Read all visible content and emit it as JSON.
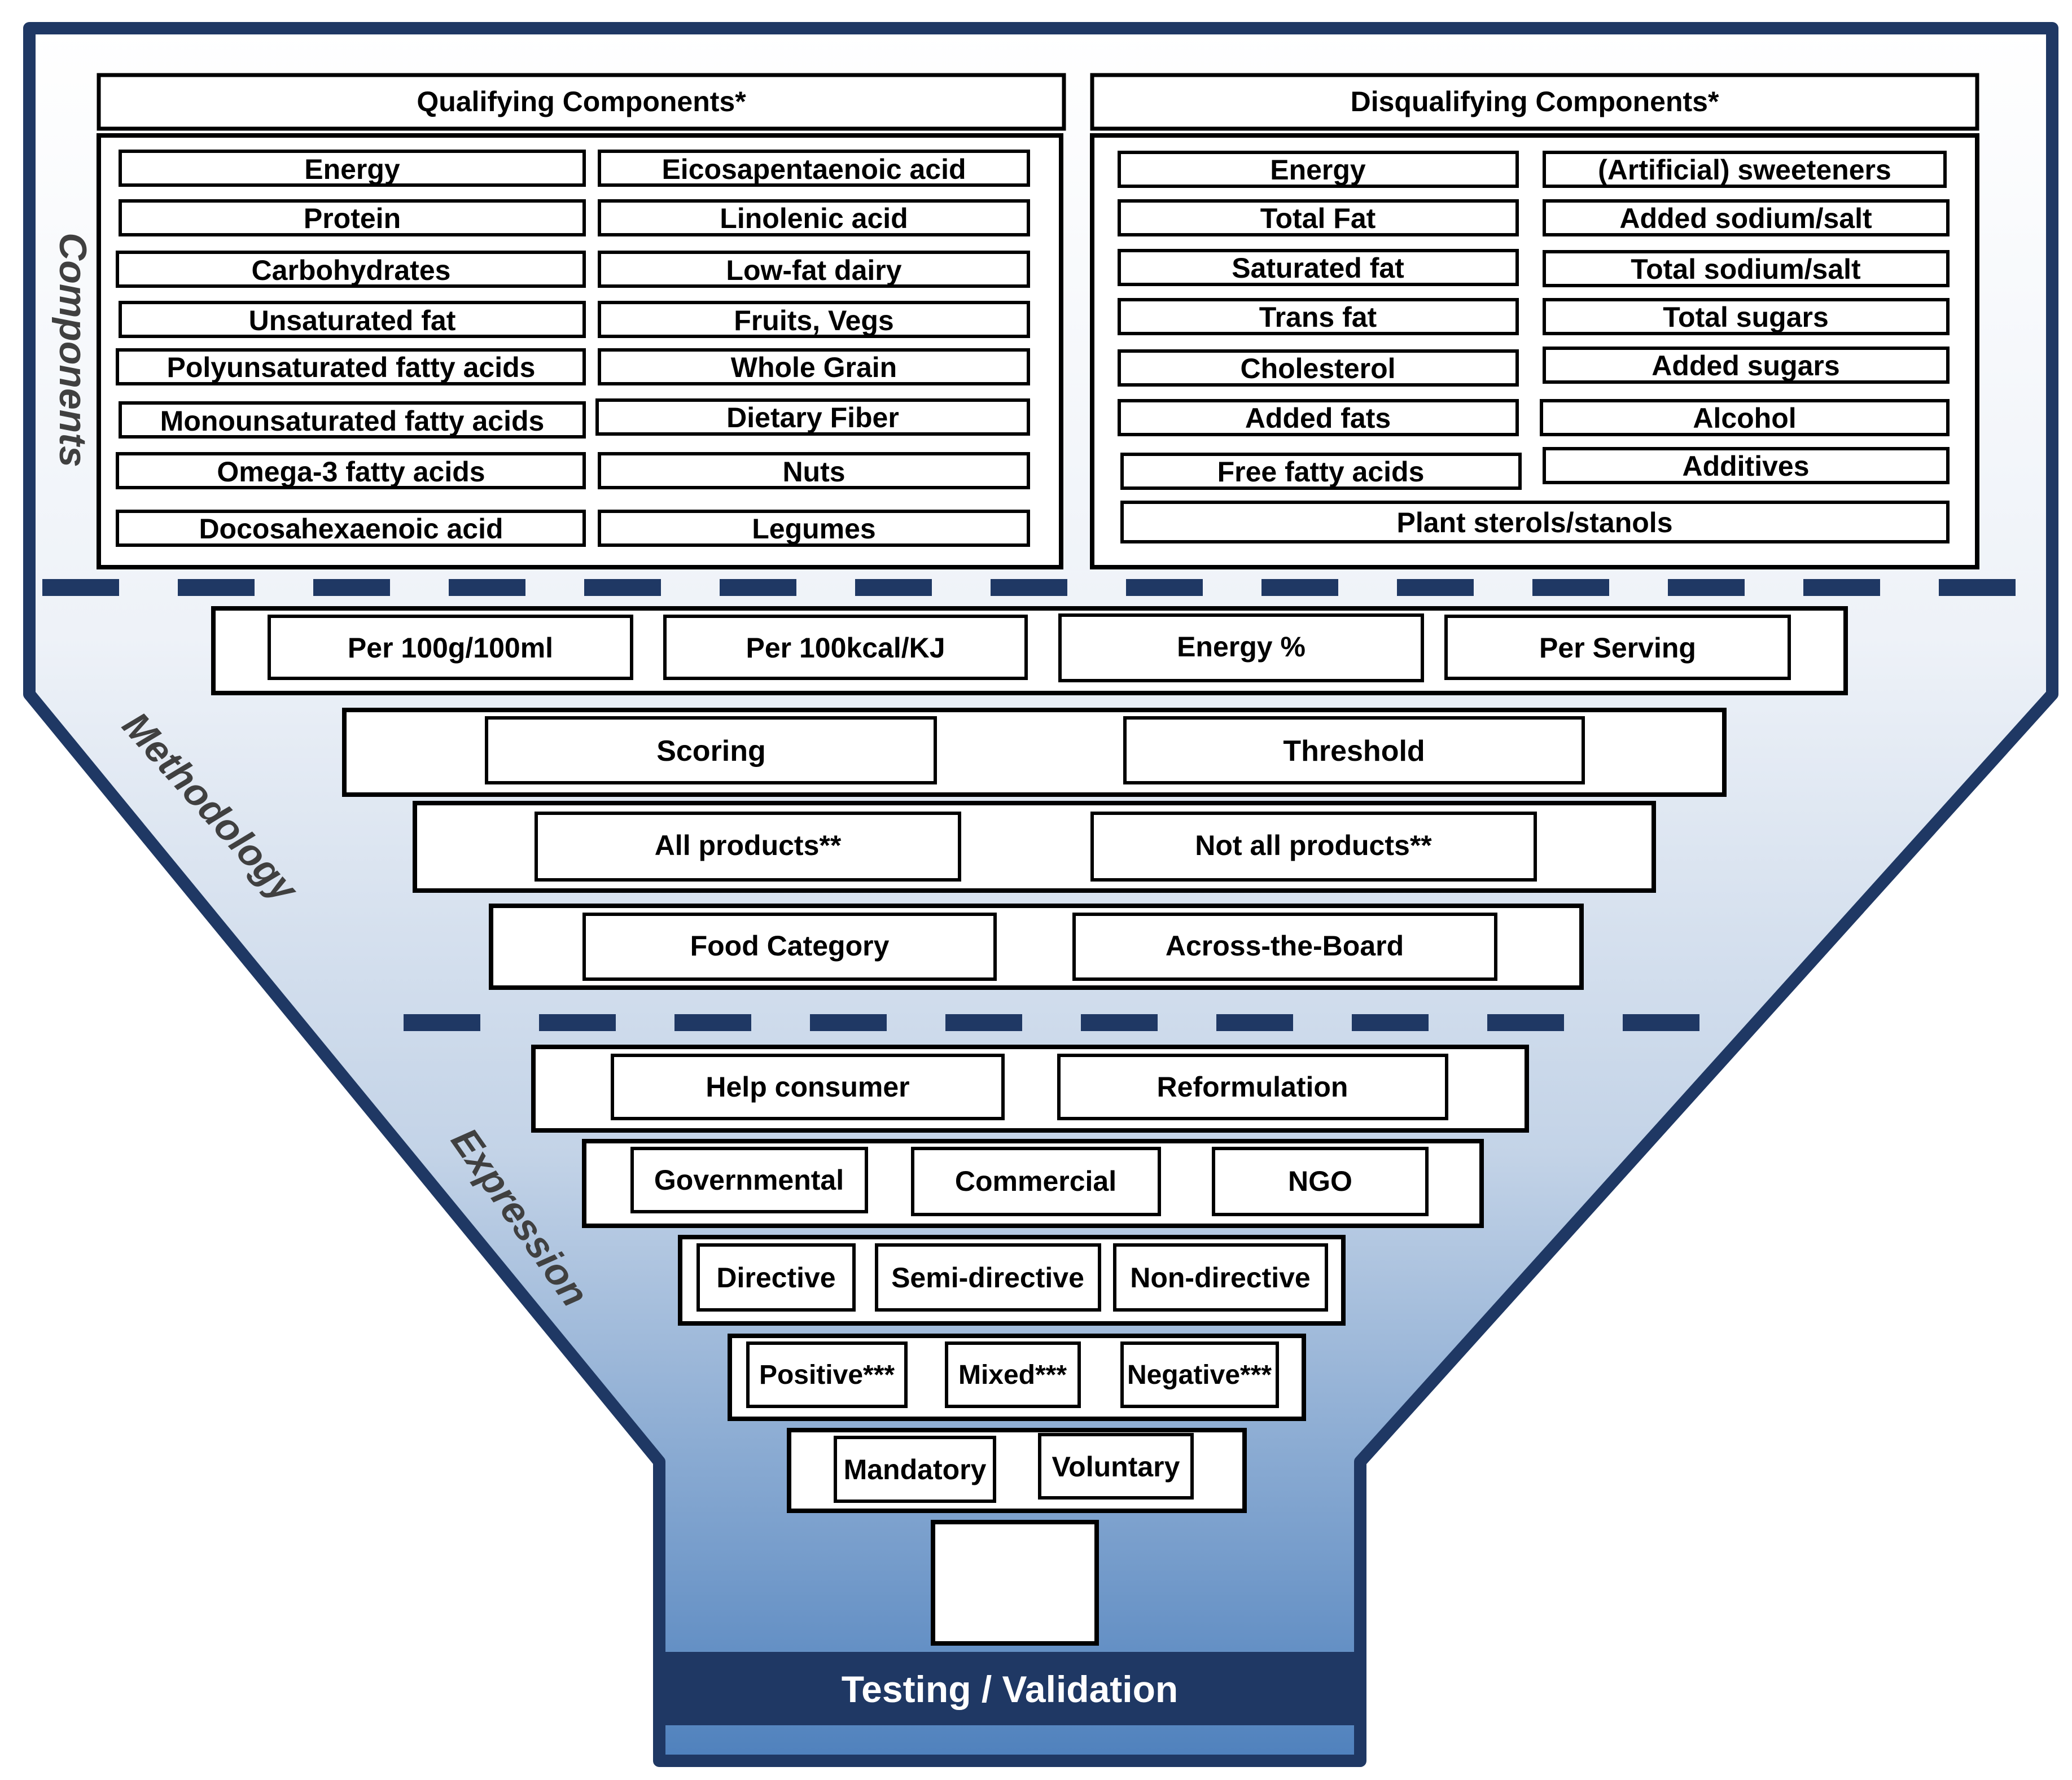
{
  "section_labels": {
    "components": "Components",
    "methodology": "Methodology",
    "expression": "Expression"
  },
  "qualifying": {
    "title": "Qualifying Components*",
    "items": [
      "Energy",
      "Eicosapentaenoic acid",
      "Protein",
      "Linolenic acid",
      "Carbohydrates",
      "Low-fat dairy",
      "Unsaturated fat",
      "Fruits, Vegs",
      "Polyunsaturated fatty acids",
      "Whole Grain",
      "Monounsaturated fatty acids",
      "Dietary Fiber",
      "Omega-3 fatty acids",
      "Nuts",
      "Docosahexaenoic acid",
      "Legumes"
    ]
  },
  "disqualifying": {
    "title": "Disqualifying Components*",
    "items": [
      "Energy",
      "(Artificial) sweeteners",
      "Total Fat",
      "Added sodium/salt",
      "Saturated fat",
      "Total sodium/salt",
      "Trans fat",
      "Total sugars",
      "Cholesterol",
      "Added sugars",
      "Added fats",
      "Alcohol",
      "Free fatty acids",
      "Additives",
      "Plant sterols/stanols"
    ]
  },
  "methodology": {
    "units": [
      "Per 100g/100ml",
      "Per 100kcal/KJ",
      "Energy %",
      "Per Serving"
    ],
    "approach": [
      "Scoring",
      "Threshold"
    ],
    "scope": [
      "All products**",
      "Not all products**"
    ],
    "category": [
      "Food Category",
      "Across-the-Board"
    ]
  },
  "expression": {
    "purpose": [
      "Help consumer",
      "Reformulation"
    ],
    "owner": [
      "Governmental",
      "Commercial",
      "NGO"
    ],
    "directiveness": [
      "Directive",
      "Semi-directive",
      "Non-directive"
    ],
    "valence": [
      "Positive***",
      "Mixed***",
      "Negative***"
    ],
    "regulation": [
      "Mandatory",
      "Voluntary"
    ]
  },
  "footer": {
    "label": "Testing / Validation"
  },
  "colors": {
    "outline": "#1f3864",
    "gradient_top": "#ffffff",
    "gradient_bottom": "#4f81bd",
    "banner": "#1f3864",
    "banner_text": "#ffffff"
  }
}
